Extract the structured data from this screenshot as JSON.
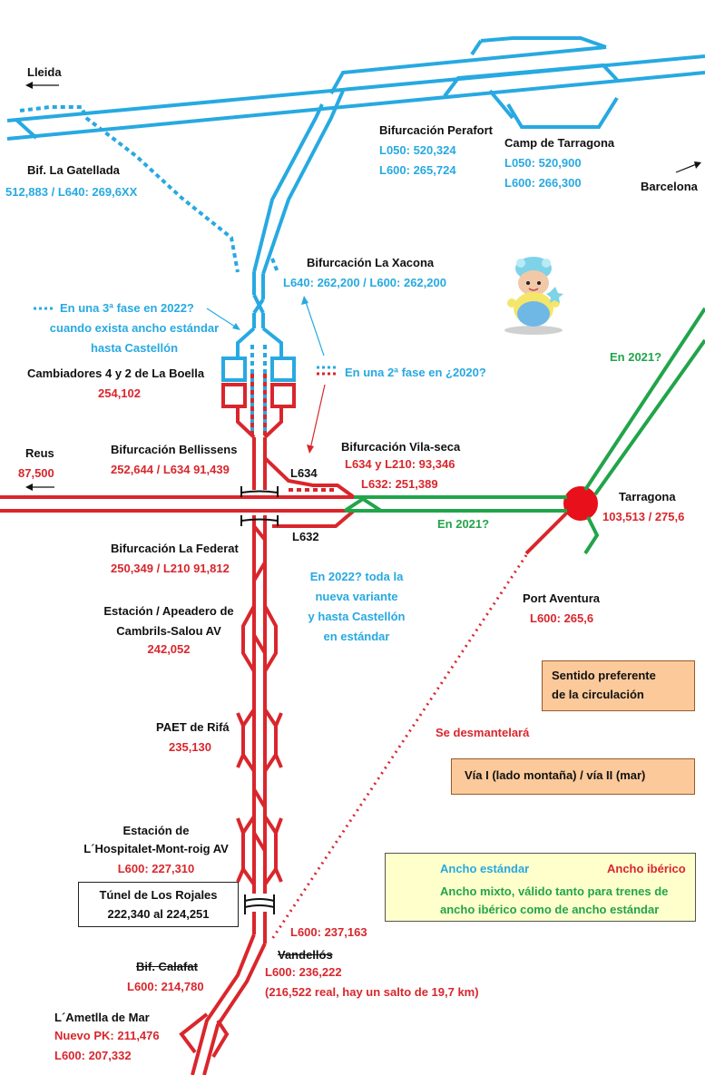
{
  "labels": {
    "lleida": "Lleida",
    "barcelona": "Barcelona",
    "bif_gatellada_name": "Bif. La Gatellada",
    "bif_gatellada_pk": "512,883 / L640: 269,6XX",
    "peraford_name": "Bifurcación Perafort",
    "peraford_l050": "L050: 520,324",
    "peraford_l600": "L600: 265,724",
    "camp_name": "Camp de Tarragona",
    "camp_l050": "L050: 520,900",
    "camp_l600": "L600: 266,300",
    "xacona_name": "Bifurcación La Xacona",
    "xacona_pk": "L640: 262,200 / L600: 262,200",
    "fase3_line1": "En una 3ª fase en 2022?",
    "fase3_line2": "cuando exista ancho estándar",
    "fase3_line3": "hasta Castellón",
    "fase2": "En una 2ª fase en ¿2020?",
    "cambiadores_name": "Cambiadores 4 y 2 de La Boella",
    "cambiadores_pk": "254,102",
    "en2021_a": "En 2021?",
    "reus_name": "Reus",
    "reus_pk": "87,500",
    "bellissens_name": "Bifurcación Bellissens",
    "bellissens_pk": "252,644 / L634 91,439",
    "l634": "L634",
    "vilaseca_name": "Bifurcación Vila-seca",
    "vilaseca_pk1": "L634 y L210: 93,346",
    "vilaseca_pk2": "L632: 251,389",
    "tarragona_name": "Tarragona",
    "tarragona_pk": "103,513 / 275,6",
    "l632": "L632",
    "en2021_b": "En 2021?",
    "federat_name": "Bifurcación La Federat",
    "federat_pk": "250,349 / L210 91,812",
    "variante_line1": "En 2022? toda la",
    "variante_line2": "nueva variante",
    "variante_line3": "y hasta Castellón",
    "variante_line4": "en estándar",
    "portaventura_name": "Port Aventura",
    "portaventura_pk": "L600: 265,6",
    "cambrils_line1": "Estación / Apeadero de",
    "cambrils_line2": "Cambrils-Salou AV",
    "cambrils_pk": "242,052",
    "sentido_line1": "Sentido preferente",
    "sentido_line2": "de la circulación",
    "rifa_name": "PAET de Rifá",
    "rifa_pk": "235,130",
    "desmantelara": "Se desmantelará",
    "via_box": "Vía I (lado montaña) / vía II (mar)",
    "hospitalet_line1": "Estación de",
    "hospitalet_line2": "L´Hospitalet-Mont-roig AV",
    "hospitalet_pk": "L600: 227,310",
    "rojales_line1": "Túnel de Los Rojales",
    "rojales_line2": "222,340 al 224,251",
    "l600_237": "L600: 237,163",
    "calafat_name": "Bif. Calafat",
    "calafat_pk": "L600: 214,780",
    "vandellos_name": "Vandellós",
    "vandellos_pk": "L600: 236,222",
    "vandellos_note": "(216,522 real, hay  un salto de 19,7 km)",
    "ametlla_name": "L´Ametlla de Mar",
    "ametlla_pk1": "Nuevo PK: 211,476",
    "ametlla_pk2": "L600: 207,332"
  },
  "legend": {
    "standard": "Ancho estándar",
    "iberian": "Ancho ibérico",
    "mixed_line1": "Ancho mixto, válido tanto para trenes de",
    "mixed_line2": "ancho ibérico como de ancho estándar"
  },
  "colors": {
    "standard_gauge": "#27a9e1",
    "iberian_gauge": "#d9262c",
    "mixed_gauge": "#22a44a",
    "info_box": "#fbc99a",
    "legend_bg": "#ffffcc"
  },
  "icons": {
    "direction_arrows": "up-down-arrows-icon",
    "figurine": "toy-figurine-icon",
    "station": "station-circle-icon"
  }
}
